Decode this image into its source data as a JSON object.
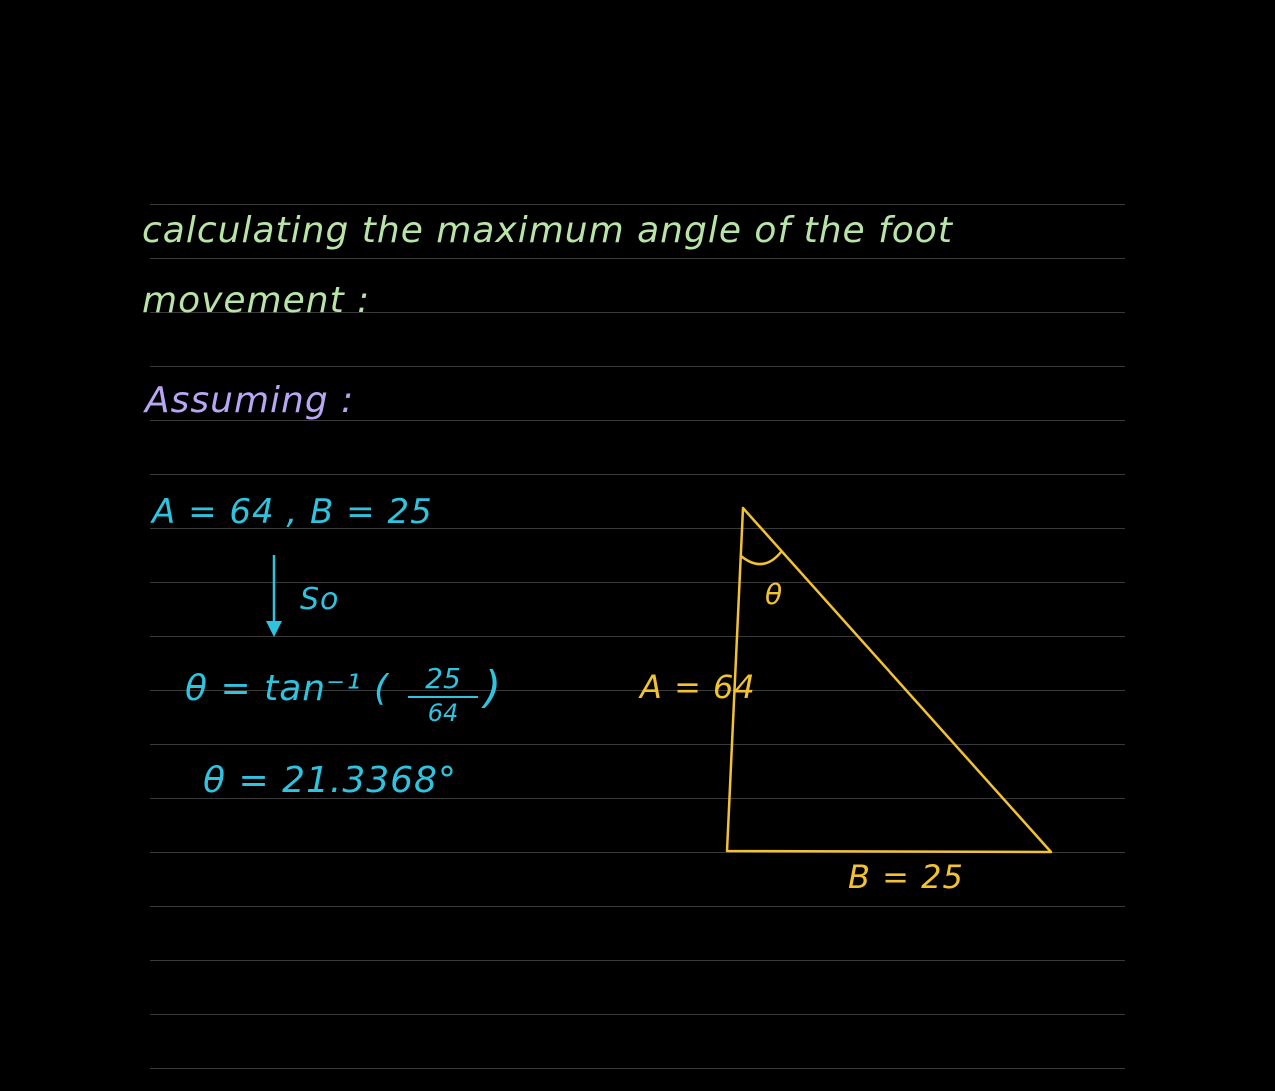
{
  "colors": {
    "background": "#000000",
    "rule_line": "#3a3a3a",
    "title_green": "#b9e4a8",
    "assuming_purple": "#b9a6f2",
    "math_cyan": "#2ec4e0",
    "triangle_yellow": "#f2c230"
  },
  "heading": {
    "line1": "calculating the maximum angle of the foot",
    "line2": "movement :"
  },
  "assumption": {
    "label": "Assuming :",
    "given": "A = 64 , B = 25",
    "so": "So"
  },
  "calculation": {
    "formula_prefix": "θ = tan⁻¹ (",
    "numerator": "25",
    "denominator": "64",
    "formula_suffix": ")",
    "result": "θ = 21.3368°"
  },
  "diagram": {
    "side_a_label": "A = 64",
    "side_b_label": "B = 25",
    "angle_label": "θ"
  }
}
